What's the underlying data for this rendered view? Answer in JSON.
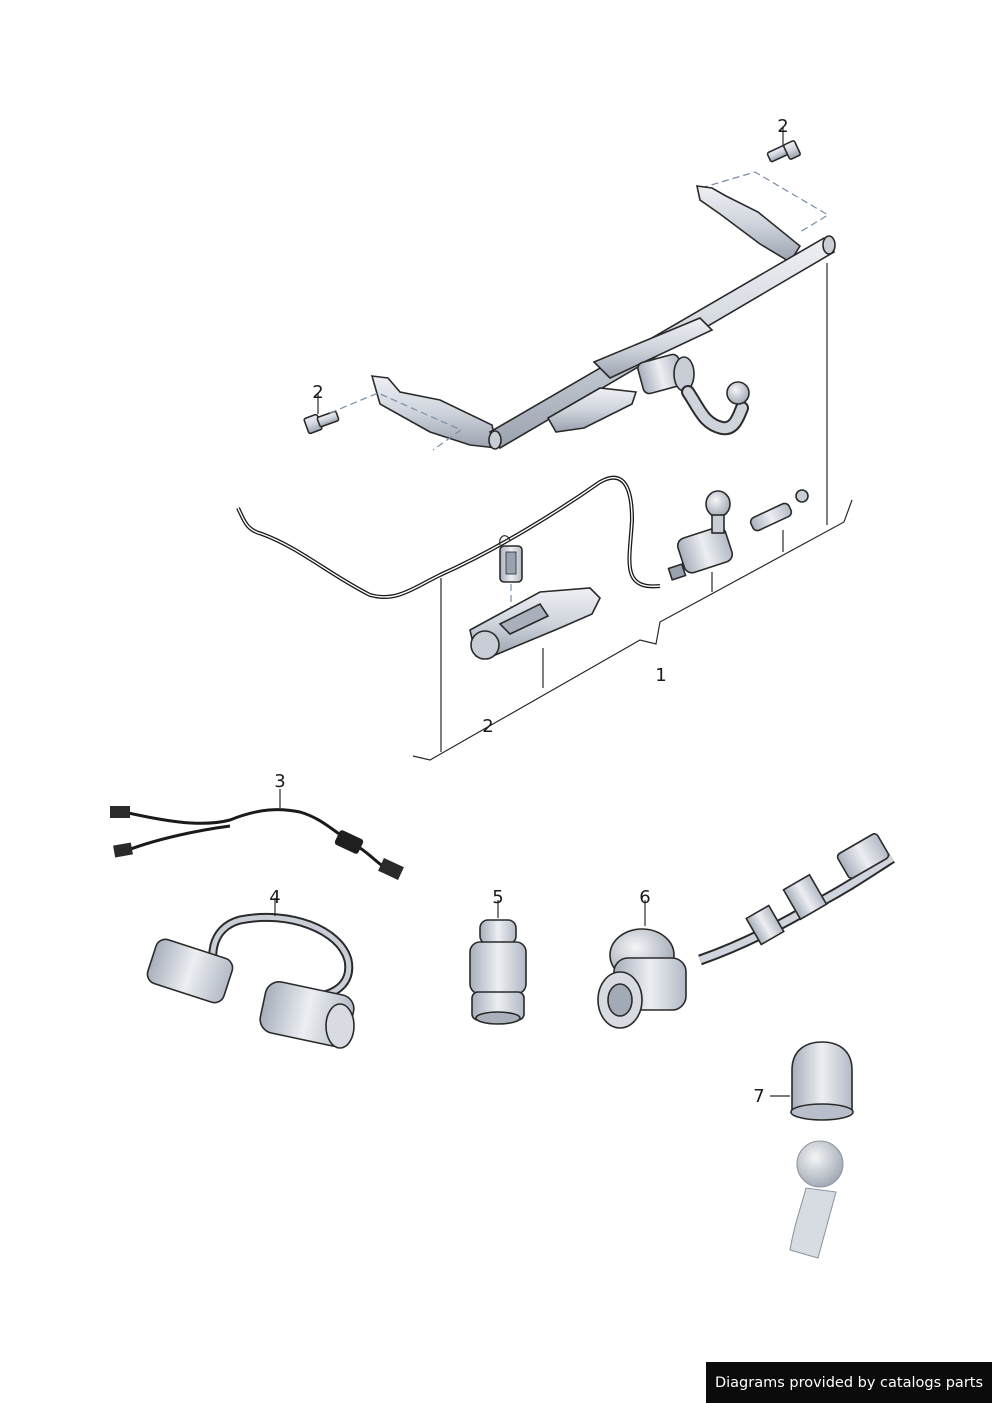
{
  "callouts": [
    {
      "id": "1",
      "label": "1"
    },
    {
      "id": "2a",
      "label": "2"
    },
    {
      "id": "2b",
      "label": "2"
    },
    {
      "id": "2c",
      "label": "2"
    },
    {
      "id": "3",
      "label": "3"
    },
    {
      "id": "4",
      "label": "4"
    },
    {
      "id": "5",
      "label": "5"
    },
    {
      "id": "6",
      "label": "6"
    },
    {
      "id": "7",
      "label": "7"
    }
  ],
  "footer": {
    "text": "Diagrams provided by catalogs parts"
  },
  "colors": {
    "part_fill": "#d9dde4",
    "part_shade": "#b6bdc8",
    "line": "#2a2a2a",
    "dash": "#7a8ea8",
    "badge_bg": "#0b0b0b"
  }
}
